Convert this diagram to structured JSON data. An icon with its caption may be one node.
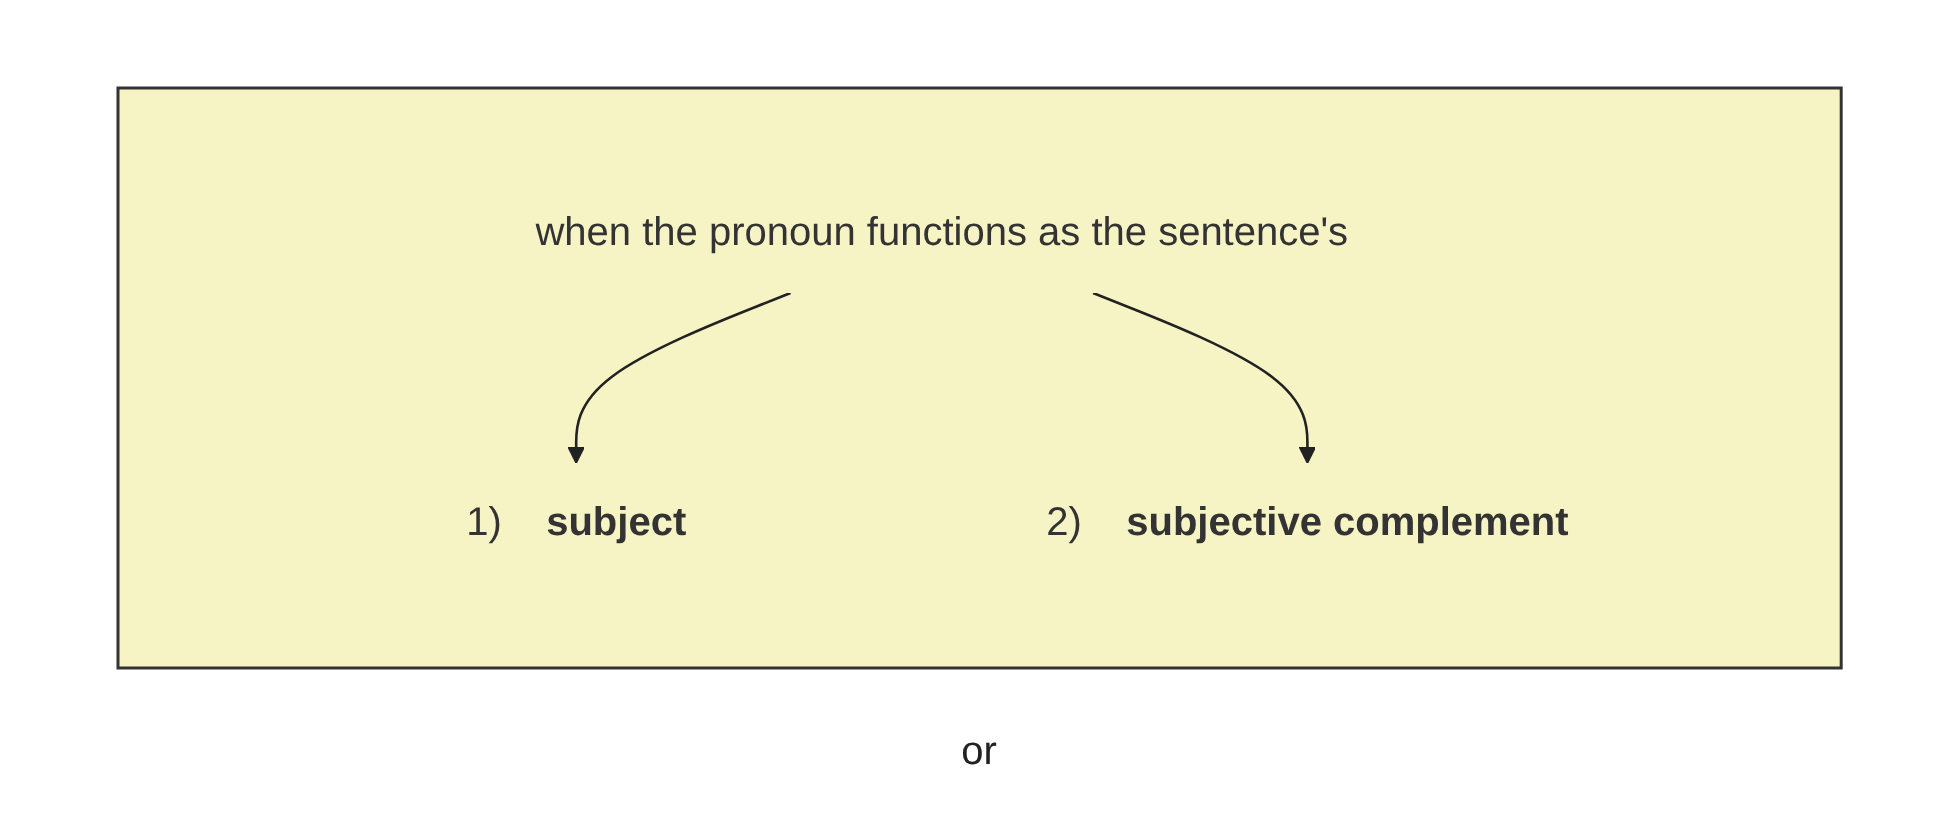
{
  "diagram": {
    "nodes": [
      {
        "text": [],
        "shape": "box"
      },
      {
        "text": [
          "when the pronoun functions as the sentence's"
        ],
        "in": 0
      },
      {
        "text": [
          "1)",
          "subject"
        ],
        "in": 0
      },
      {
        "text": [
          "2)",
          "subjective complement"
        ],
        "in": 0
      }
    ],
    "edges": [
      {
        "from": 1,
        "to": 2,
        "arrow": "to"
      },
      {
        "from": 1,
        "to": 3,
        "arrow": "to"
      }
    ],
    "labels": [
      "or"
    ]
  }
}
